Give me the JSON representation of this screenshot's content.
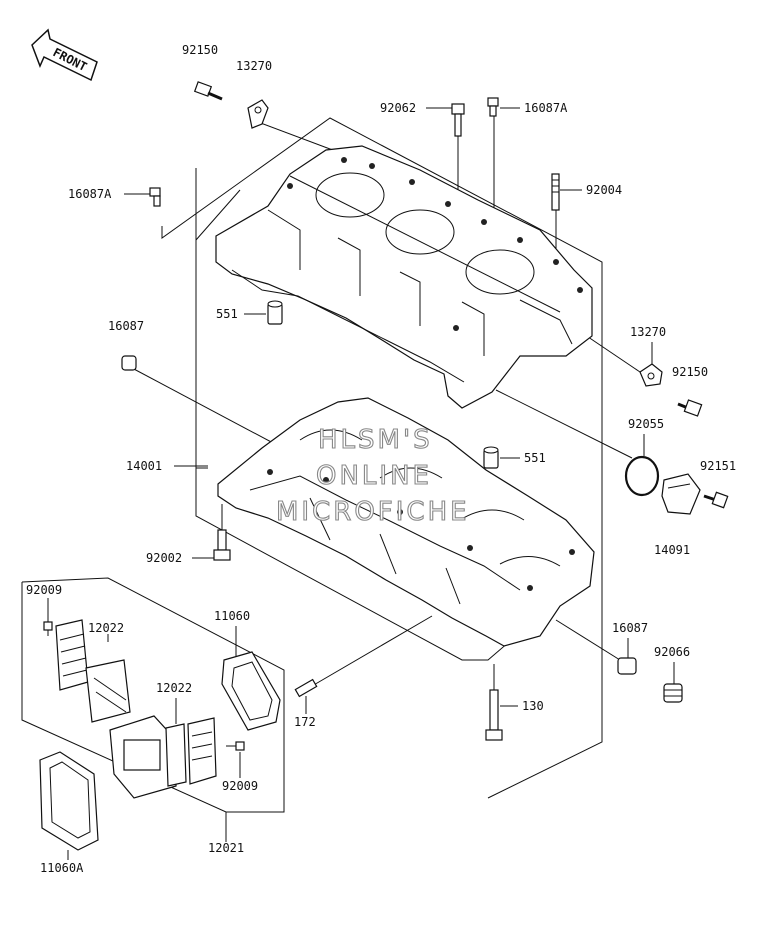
{
  "diagram": {
    "badge": {
      "text": "FRONT"
    },
    "watermark": [
      "HLSM'S",
      "ONLINE",
      "MICROFICHE"
    ],
    "labels": {
      "p92150_top": "92150",
      "p13270_top": "13270",
      "p92062": "92062",
      "p16087A_top": "16087A",
      "p16087A_left": "16087A",
      "p92004": "92004",
      "p551_left": "551",
      "p16087_left": "16087",
      "p13270_right": "13270",
      "p92150_right": "92150",
      "p92055": "92055",
      "p551_right": "551",
      "p92151": "92151",
      "p14001": "14001",
      "p14091": "14091",
      "p92002": "92002",
      "p92009_top": "92009",
      "p12022_top": "12022",
      "p11060": "11060",
      "p16087_right": "16087",
      "p92066": "92066",
      "p12022_mid": "12022",
      "p172": "172",
      "p130": "130",
      "p92009_bottom": "92009",
      "p12021": "12021",
      "p11060A": "11060A"
    }
  }
}
